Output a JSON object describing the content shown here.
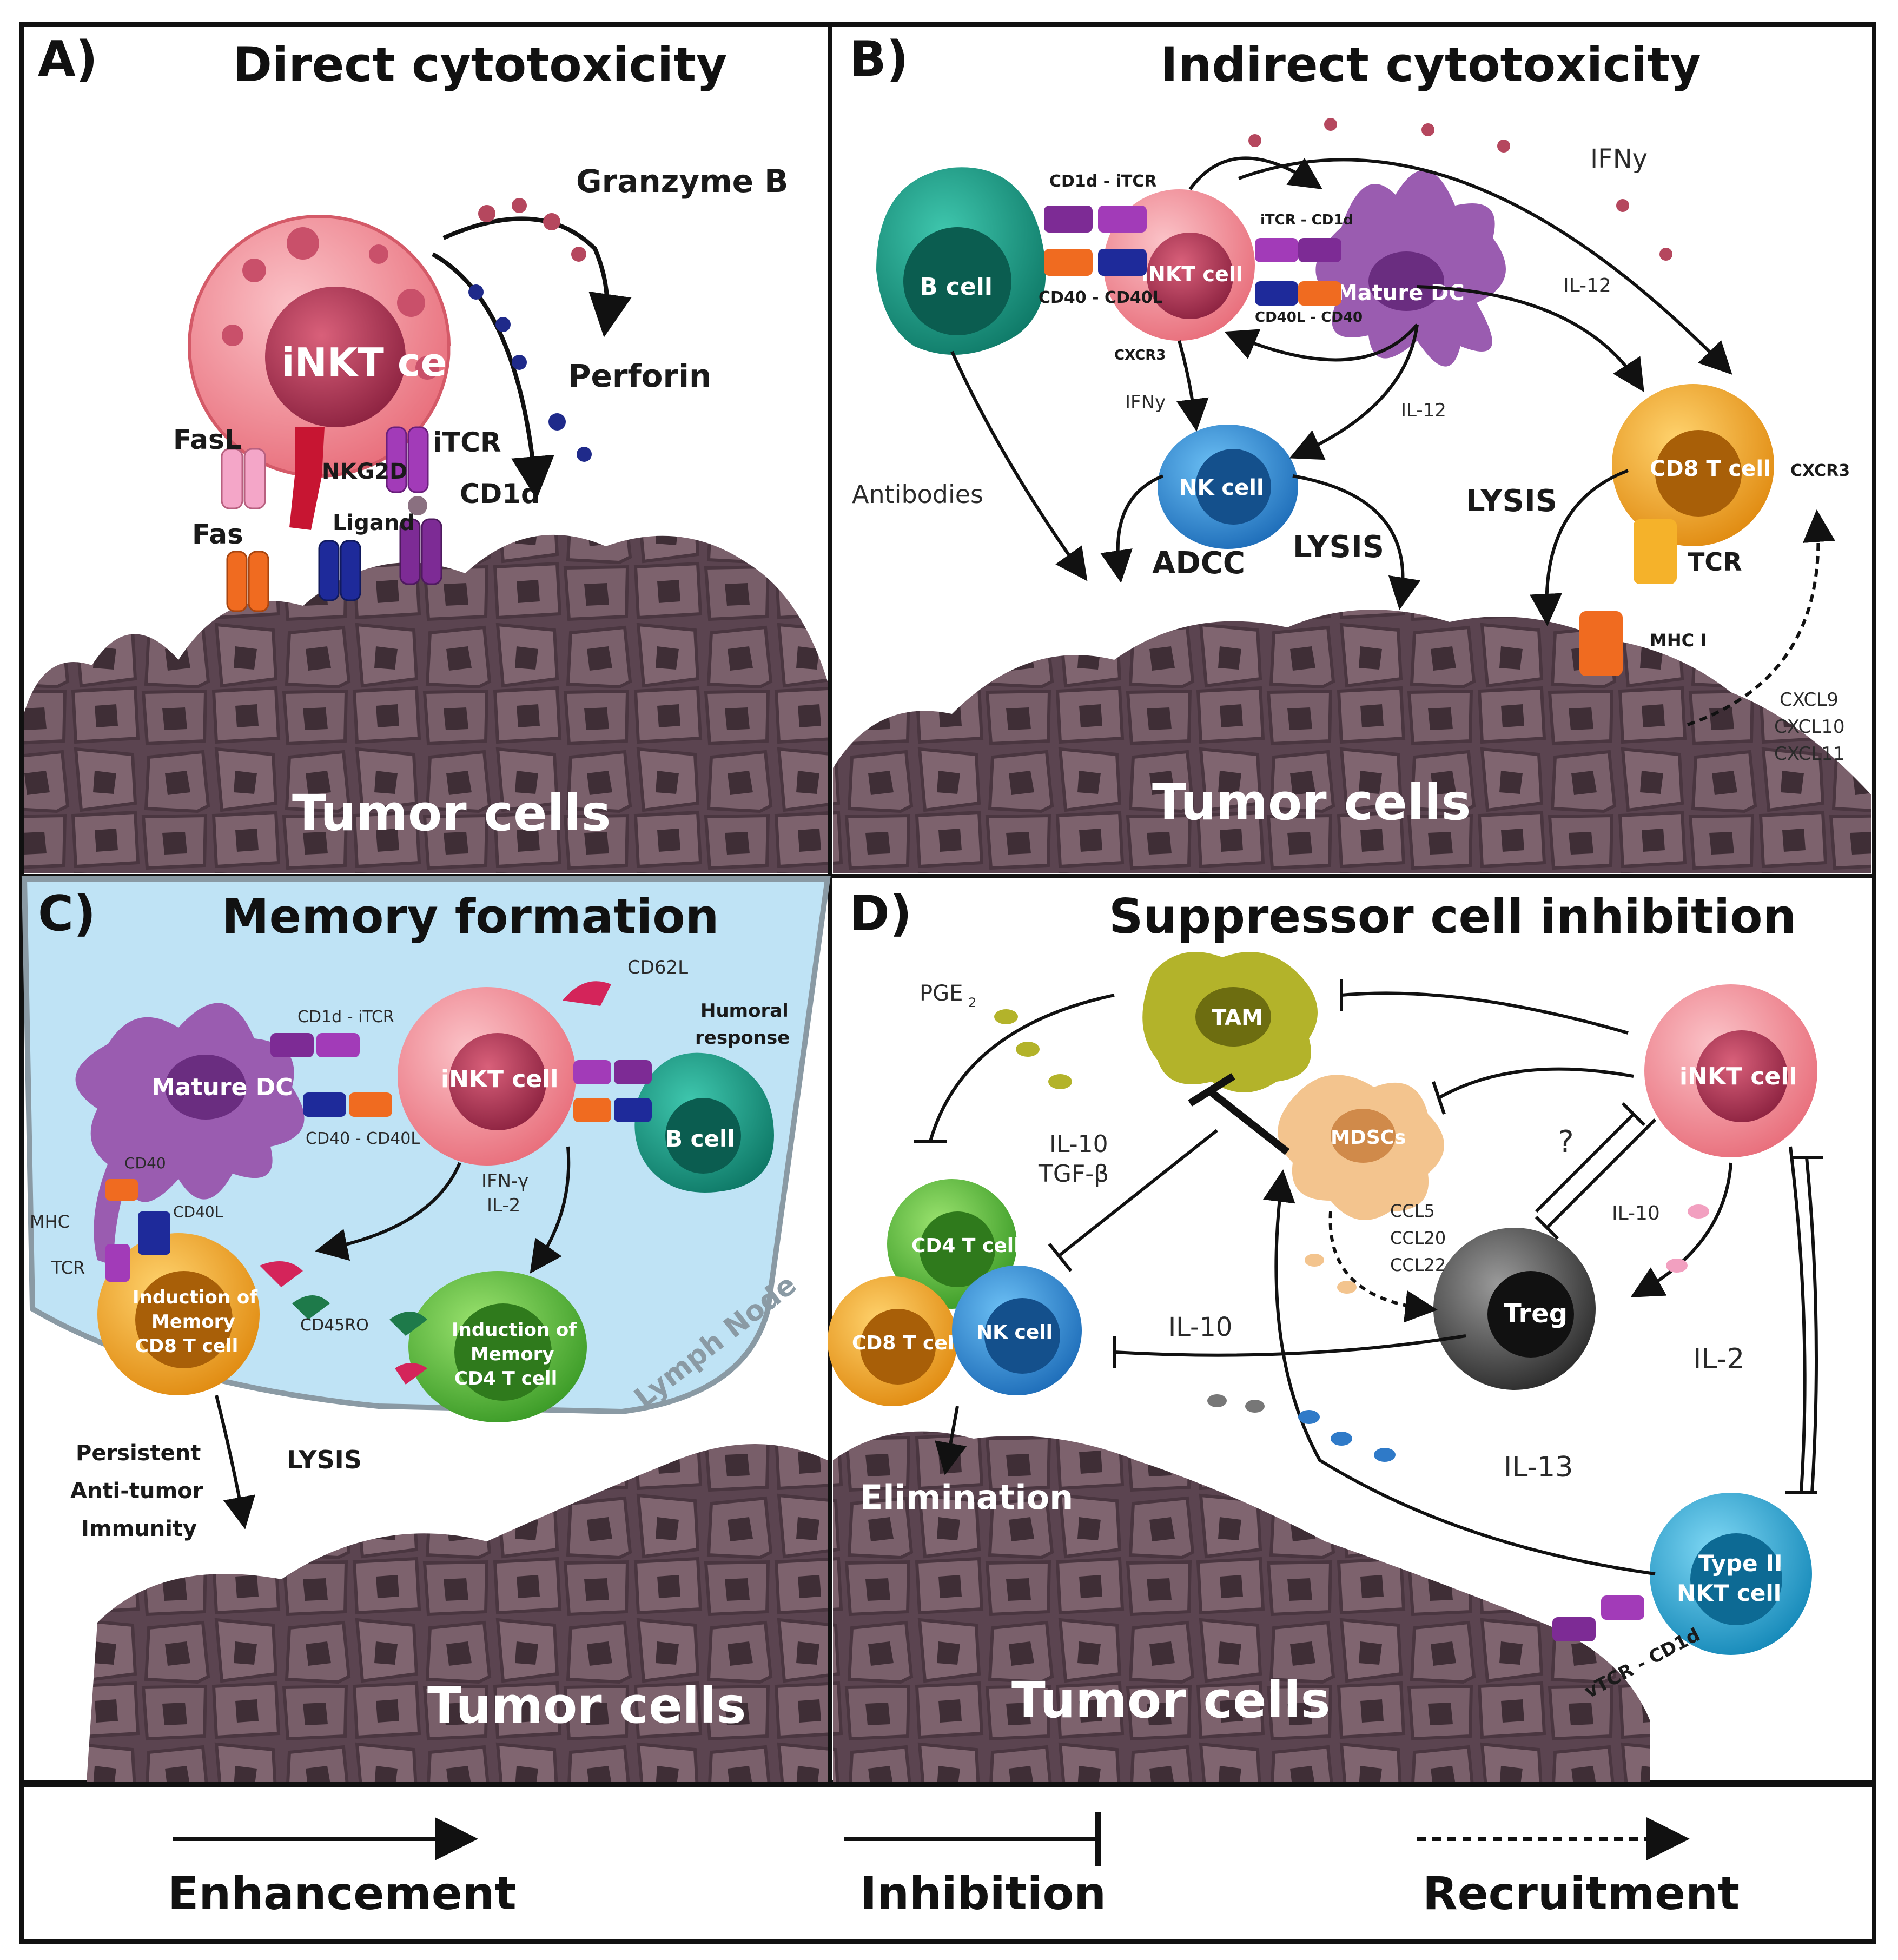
{
  "panels": {
    "a": {
      "letter": "A)",
      "title": "Direct cytotoxicity",
      "cell": "iNKT cell",
      "tumor": "Tumor cells",
      "labels": {
        "granzyme": "Granzyme B",
        "perforin": "Perforin",
        "fasl": "FasL",
        "nkg2d": "NKG2D",
        "itcr": "iTCR",
        "cd1d": "CD1d",
        "ligand": "Ligand",
        "fas": "Fas"
      }
    },
    "b": {
      "letter": "B)",
      "title": "Indirect cytotoxicity",
      "cells": {
        "bcell": "B cell",
        "inkt": "iNKT cell",
        "dc": "Mature DC",
        "nk": "NK cell",
        "cd8": "CD8 T cell"
      },
      "tumor": "Tumor cells",
      "labels": {
        "cd1d_itcr": "CD1d - iTCR",
        "cd40_cd40l": "CD40 - CD40L",
        "itcr_cd1d": "iTCR - CD1d",
        "cd40l_cd40": "CD40L - CD40",
        "cxcr3a": "CXCR3",
        "ifny_top": "IFNy",
        "il12a": "IL-12",
        "ifny_mid": "IFNy",
        "il12b": "IL-12",
        "antibodies": "Antibodies",
        "adcc": "ADCC",
        "lysis_nk": "LYSIS",
        "lysis_cd8": "LYSIS",
        "cxcr3b": "CXCR3",
        "tcr": "TCR",
        "mhc": "MHC I",
        "cxcl9": "CXCL9",
        "cxcl10": "CXCL10",
        "cxcl11": "CXCL11"
      }
    },
    "c": {
      "letter": "C)",
      "title": "Memory formation",
      "cells": {
        "dc": "Mature DC",
        "inkt": "iNKT cell",
        "bcell": "B cell",
        "cd8_l1": "Induction of",
        "cd8_l2": "Memory",
        "cd8_l3": "CD8 T cell",
        "cd4_l1": "Induction of",
        "cd4_l2": "Memory",
        "cd4_l3": "CD4 T cell"
      },
      "tumor": "Tumor cells",
      "labels": {
        "cd62l": "CD62L",
        "humoral1": "Humoral",
        "humoral2": "response",
        "cd1d_itcr": "CD1d - iTCR",
        "cd40_cd40l": "CD40 - CD40L",
        "ifng": "IFN-γ",
        "il2": "IL-2",
        "cd40": "CD40",
        "mhc": "MHC",
        "cd40l": "CD40L",
        "tcr": "TCR",
        "cd45ro": "CD45RO",
        "lymph": "Lymph Node",
        "persist1": "Persistent",
        "persist2": "Anti-tumor",
        "persist3": "Immunity",
        "lysis": "LYSIS"
      }
    },
    "d": {
      "letter": "D)",
      "title": "Suppressor cell inhibition",
      "cells": {
        "tam": "TAM",
        "mdsc": "MDSCs",
        "inkt": "iNKT cell",
        "treg": "Treg",
        "cd4": "CD4 T cell",
        "cd8": "CD8 T cell",
        "nk": "NK cell",
        "type2_l1": "Type II",
        "type2_l2": "NKT cell"
      },
      "tumor": "Tumor cells",
      "labels": {
        "pge": "PGE",
        "pge_sub": "2",
        "il10_tgf1": "IL-10",
        "il10_tgf2": "TGF-β",
        "q": "?",
        "il10_a": "IL-10",
        "ccl5": "CCL5",
        "ccl20": "CCL20",
        "ccl22": "CCL22",
        "il10_b": "IL-10",
        "il2": "IL-2",
        "il13": "IL-13",
        "elimination": "Elimination",
        "vtcr": "vTCR - CD1d"
      }
    }
  },
  "legend": {
    "enhancement": "Enhancement",
    "inhibition": "Inhibition",
    "recruitment": "Recruitment"
  },
  "colors": {
    "inkt": "#f08a94",
    "tumor": "#6e5560",
    "bcell": "#1e9e8a",
    "dc": "#9a5cb0",
    "nk": "#2f8fd8",
    "cd8": "#f5a623",
    "cd4": "#5cbf3a",
    "treg": "#4a4a4a",
    "tam": "#b3b32a",
    "mdsc": "#f3c48e",
    "type2": "#22a8d6",
    "lymph_node": "#bfe3f5"
  }
}
